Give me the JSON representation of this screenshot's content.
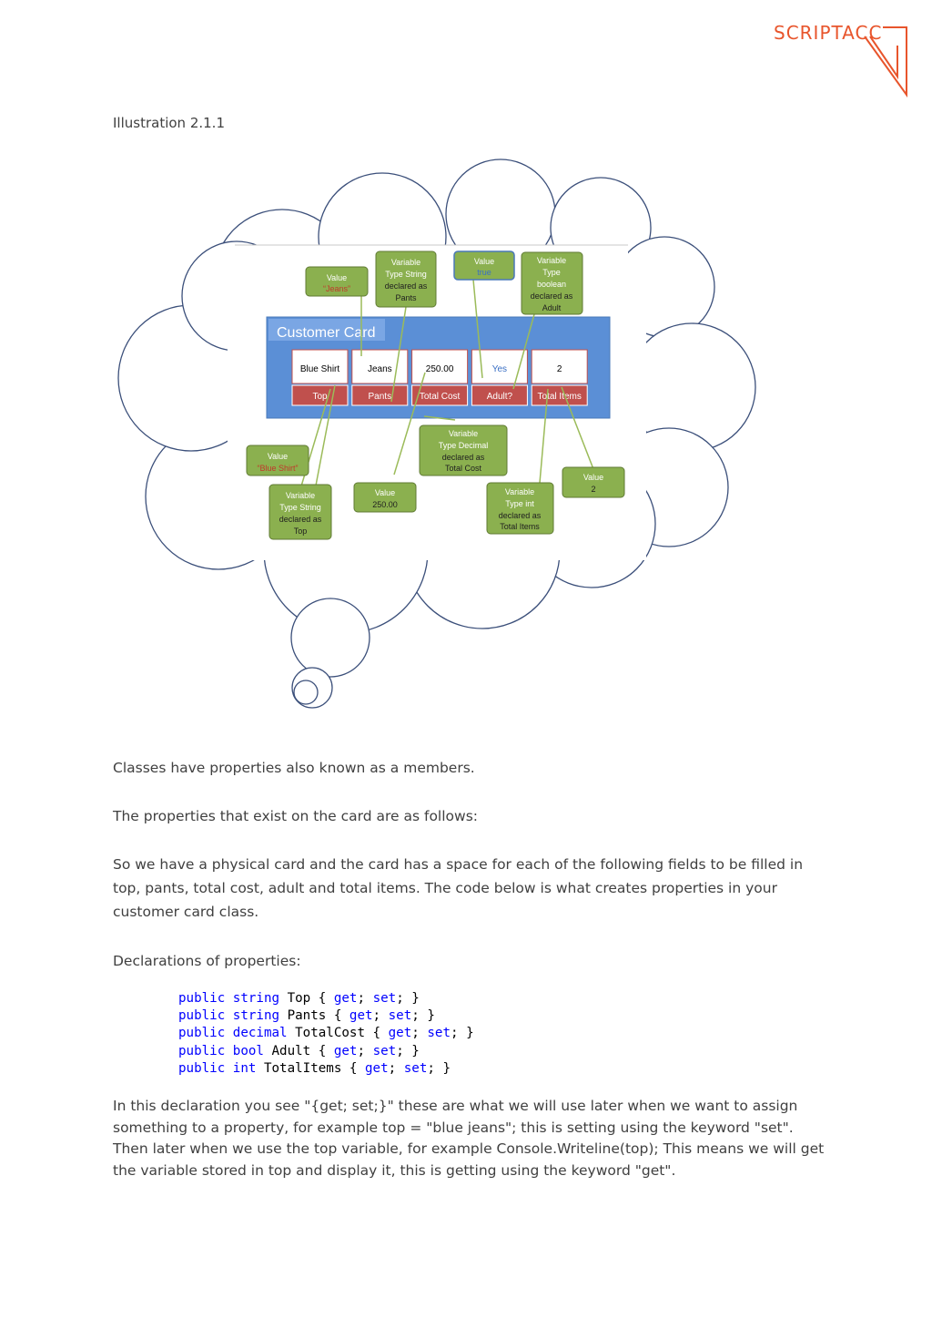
{
  "brand": {
    "name": "SCRIPTACC",
    "color": "#e8552c"
  },
  "caption": "Illustration 2.1.1",
  "illustration": {
    "card_title": "Customer Card",
    "fields": [
      {
        "value": "Blue Shirt",
        "label": "Top",
        "value_color": "#000000"
      },
      {
        "value": "Jeans",
        "label": "Pants",
        "value_color": "#000000"
      },
      {
        "value": "250.00",
        "label": "Total Cost",
        "value_color": "#000000"
      },
      {
        "value": "Yes",
        "label": "Adult?",
        "value_color": "#3a6fc4"
      },
      {
        "value": "2",
        "label": "Total Items",
        "value_color": "#000000"
      }
    ],
    "callouts": {
      "value_jeans": {
        "line1": "Value",
        "line2": "“Jeans”"
      },
      "var_pants": {
        "line1": "Variable",
        "line2": "Type String",
        "line3": "declared as",
        "line4": "Pants"
      },
      "value_true": {
        "line1": "Value",
        "line2": "true"
      },
      "var_adult": {
        "line1": "Variable",
        "line2": "Type",
        "line3": "boolean",
        "line4": "declared as",
        "line5": "Adult"
      },
      "var_totalcost": {
        "line1": "Variable",
        "line2": "Type Decimal",
        "line3": "declared as",
        "line4": "Total Cost"
      },
      "value_blueshirt": {
        "line1": "Value",
        "line2": "“Blue Shirt”"
      },
      "value_2": {
        "line1": "Value",
        "line2": "2"
      },
      "var_top": {
        "line1": "Variable",
        "line2": "Type String",
        "line3": "declared as",
        "line4": "Top"
      },
      "value_250": {
        "line1": "Value",
        "line2": "250.00"
      },
      "var_totalitems": {
        "line1": "Variable",
        "line2": "Type int",
        "line3": "declared as",
        "line4": "Total Items"
      }
    },
    "colors": {
      "card_blue": "#5b8fd6",
      "label_red": "#c0504d",
      "callout_green": "#8bb04f",
      "callout_border": "#4f6228"
    }
  },
  "paragraphs": {
    "p1": "Classes have properties also known as a members.",
    "p2": "The properties that exist on the card are as follows:",
    "p3": "So we have a physical card and the card has a space for each of the following fields to be filled in top, pants, total cost, adult and total items.  The code below is what creates properties in your customer card class.",
    "p4": "Declarations of properties:",
    "p5": "In this declaration you see \"{get; set;}\" these are what we will use later when we want to assign something to a property, for example top = \"blue jeans\"; this is setting using the keyword \"set\". Then later when we use the top variable, for example Console.Writeline(top); This means we will get the variable stored in top and display it, this is getting using the keyword \"get\"."
  },
  "code": {
    "lines": [
      {
        "kw1": "public",
        "kw2": "string",
        "name": " Top { ",
        "get": "get",
        "sep": "; ",
        "set": "set",
        "end": "; }"
      },
      {
        "kw1": "public",
        "kw2": "string",
        "name": " Pants { ",
        "get": "get",
        "sep": "; ",
        "set": "set",
        "end": "; }"
      },
      {
        "kw1": "public",
        "kw2": "decimal",
        "name": " TotalCost { ",
        "get": "get",
        "sep": "; ",
        "set": "set",
        "end": "; }"
      },
      {
        "kw1": "public",
        "kw2": "bool",
        "name": " Adult { ",
        "get": "get",
        "sep": "; ",
        "set": "set",
        "end": "; }"
      },
      {
        "kw1": "public",
        "kw2": "int",
        "name": " TotalItems { ",
        "get": "get",
        "sep": "; ",
        "set": "set",
        "end": "; }"
      }
    ]
  }
}
